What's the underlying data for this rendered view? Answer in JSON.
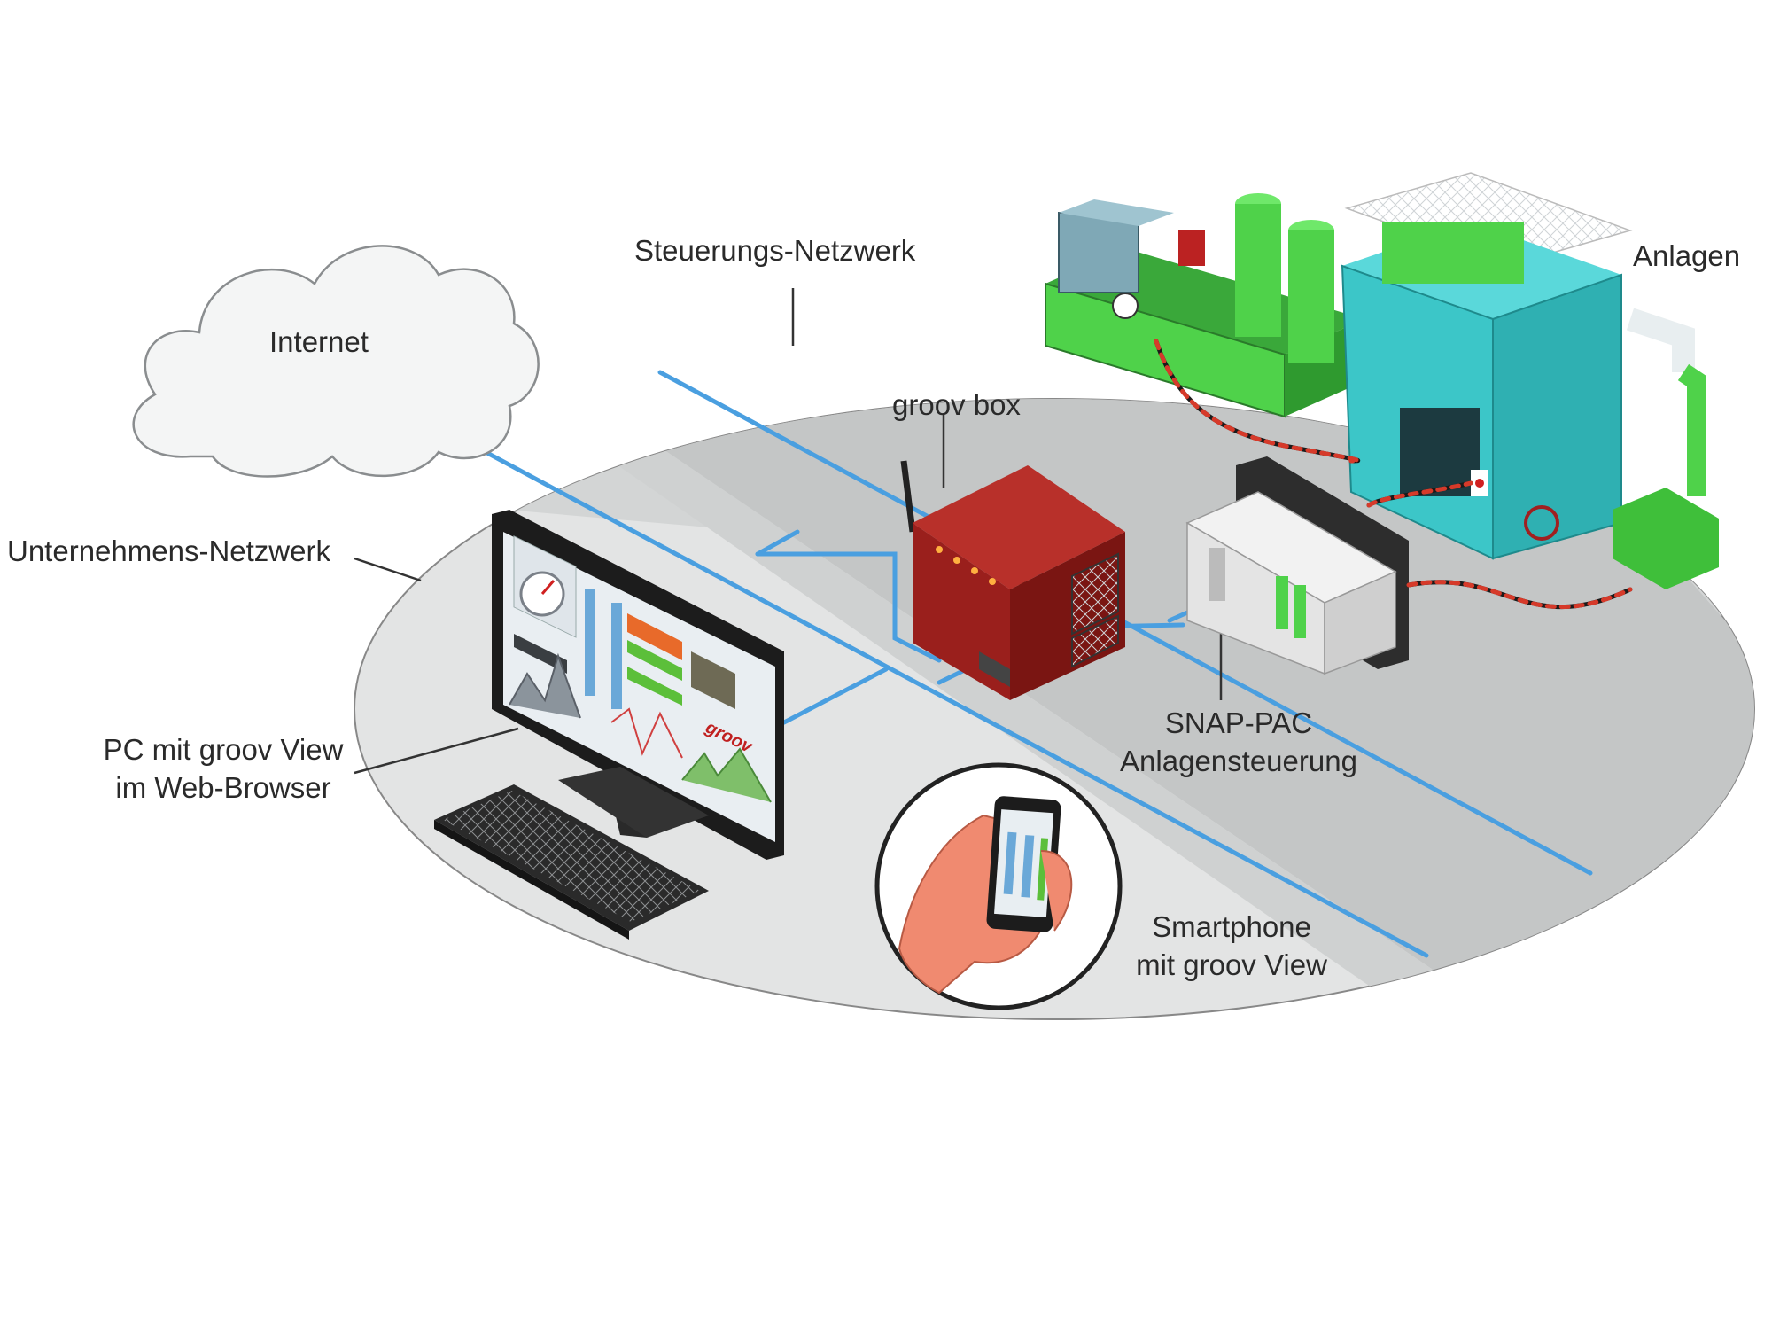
{
  "labels": {
    "internet": "Internet",
    "steuerungs_netzwerk": "Steuerungs-Netzwerk",
    "anlagen": "Anlagen",
    "groov_box": "groov box",
    "unternehmens_netzwerk": "Unternehmens-Netzwerk",
    "snap_pac_line1": "SNAP-PAC",
    "snap_pac_line2": "Anlagensteuerung",
    "pc_line1": "PC mit groov View",
    "pc_line2": "im Web-Browser",
    "smartphone_line1": "Smartphone",
    "smartphone_line2": "mit groov View"
  },
  "screen_brand": "groov",
  "colors": {
    "network_line": "#4a9fe0",
    "platform_outer": "#d4d6d6",
    "platform_inner": "#e6e7e7",
    "control_band": "#c3c5c5",
    "groov_box": "#a0201c",
    "machine_green": "#4fd24a",
    "machine_teal": "#3cc6c8",
    "cloud_fill": "#f4f5f5"
  }
}
